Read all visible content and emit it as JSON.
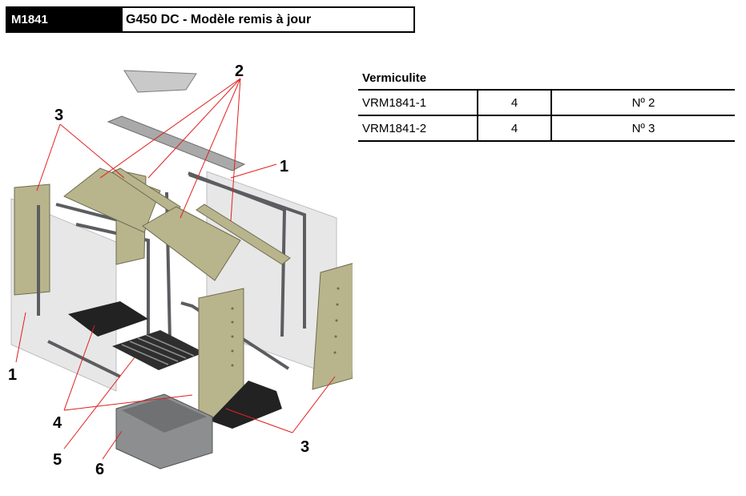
{
  "header": {
    "code": "M1841",
    "title": "G450 DC -  Modèle remis à jour"
  },
  "diagram": {
    "callouts": [
      "2",
      "3",
      "1",
      "1",
      "4",
      "5",
      "6",
      "3"
    ],
    "colors": {
      "brick": "#b8b48c",
      "brick_edge": "#6e6b50",
      "metal": "#5b5d60",
      "glass": "#e3e3e3",
      "baffle": "#c7c7c7",
      "pad": "#222222",
      "leader": "#e02020"
    }
  },
  "parts_table": {
    "title": "Vermiculite",
    "rows": [
      {
        "ref": "VRM1841-1",
        "qty": "4",
        "pos": "Nº 2"
      },
      {
        "ref": "VRM1841-2",
        "qty": "4",
        "pos": "Nº 3"
      }
    ]
  }
}
